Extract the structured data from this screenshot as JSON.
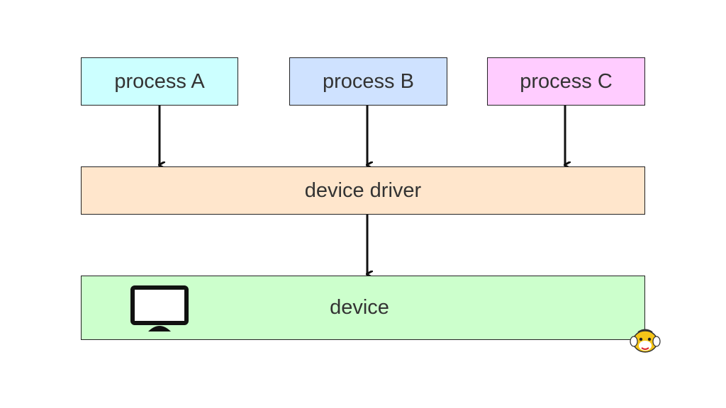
{
  "diagram": {
    "processes": [
      {
        "label": "process A",
        "color": "#ccffff"
      },
      {
        "label": "process B",
        "color": "#cfe2ff"
      },
      {
        "label": "process C",
        "color": "#ffccff"
      }
    ],
    "driver": {
      "label": "device driver",
      "color": "#ffe6cc"
    },
    "device": {
      "label": "device",
      "color": "#ccffcc",
      "icon": "monitor-icon"
    },
    "watermark_icon": "mascot-icon",
    "stroke_color": "#111111"
  }
}
